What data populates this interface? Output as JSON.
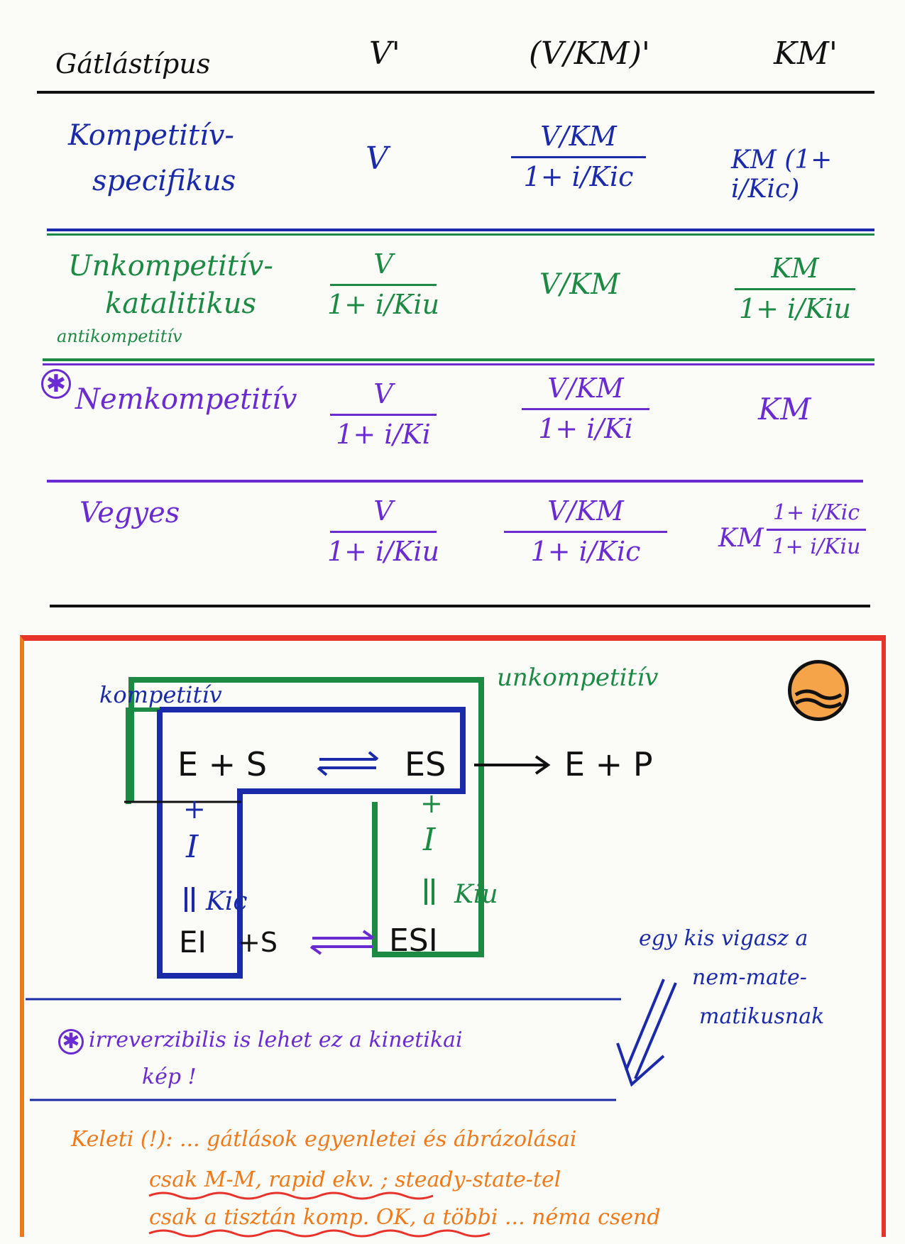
{
  "header": {
    "col0": "Gátlástípus",
    "col1": "V'",
    "col2": "(V/KM)'",
    "col3": "KM'"
  },
  "rows": [
    {
      "label_line1": "Kompetitív-",
      "label_line2": "specifikus",
      "v_prime": "V",
      "vkm_num": "V/KM",
      "vkm_den": "1+ i/Kic",
      "km_prime": "KM (1+ i/Kic)"
    },
    {
      "label_line1": "Unkompetitív-",
      "label_line2": "katalitikus",
      "label_line3": "antikompetitív",
      "v_num": "V",
      "v_den": "1+ i/Kiu",
      "vkm": "V/KM",
      "km_num": "KM",
      "km_den": "1+ i/Kiu"
    },
    {
      "marker": "✱",
      "label_line1": "Nemkompetitív",
      "v_num": "V",
      "v_den": "1+ i/Ki",
      "vkm_num": "V/KM",
      "vkm_den": "1+ i/Ki",
      "km_prime": "KM"
    },
    {
      "label_line1": "Vegyes",
      "v_num": "V",
      "v_den": "1+ i/Kiu",
      "vkm_num": "V/KM",
      "vkm_den": "1+ i/Kic",
      "km_prefix": "KM",
      "km_num": "1+ i/Kic",
      "km_den": "1+ i/Kiu"
    }
  ],
  "mechanism": {
    "label_kompetitiv": "kompetitív",
    "label_unkompetitiv": "unkompetitív",
    "e_plus_s": "E + S",
    "es": "ES",
    "e_plus_p": "E + P",
    "plus_left": "+",
    "i_left": "I",
    "kic": "Kic",
    "plus_right": "+",
    "i_right": "I",
    "kiu": "Kiu",
    "ei": "EI",
    "plus_s": "+S",
    "esi": "ESI"
  },
  "notes": {
    "right_note_1": "egy kis vigasz a",
    "right_note_2": "nem-mate-",
    "right_note_3": "matikusnak",
    "star_note_1": "irreverzibilis is lehet ez a kinetikai",
    "star_note_2": "kép !",
    "keleti": "Keleti (!):  ... gátlások egyenletei és ábrázolásai",
    "keleti_2": "csak M-M, rapid ekv. ; steady-state-tel",
    "keleti_3": "csak a tisztán komp. OK, a többi ... néma csend"
  },
  "colors": {
    "blue": "#1a2aa8",
    "green": "#1d8a44",
    "purple": "#6a2bd1",
    "orange": "#f07a1a",
    "red": "#e8332a"
  }
}
